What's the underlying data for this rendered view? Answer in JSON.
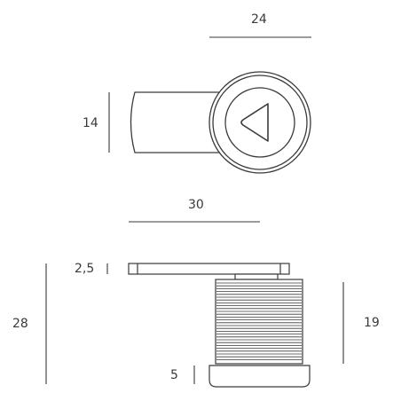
{
  "drawing": {
    "top_view": {
      "width_dimension": "24",
      "height_dimension": "14",
      "icon": "triangle-left-icon"
    },
    "side_view": {
      "width_dimension": "30",
      "flange_thickness_dimension": "2,5",
      "overall_height_dimension": "28",
      "threaded_body_dimension": "19",
      "base_dimension": "5"
    },
    "colors": {
      "line": "#3a3a3a",
      "fill": "#ffffff"
    }
  }
}
